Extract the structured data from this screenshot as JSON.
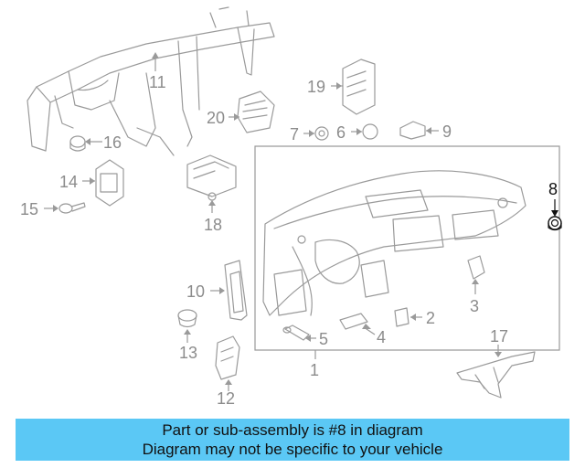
{
  "callouts": {
    "n1": "1",
    "n2": "2",
    "n3": "3",
    "n5": "5",
    "n4": "4",
    "n6": "6",
    "n7": "7",
    "n8": "8",
    "n9": "9",
    "n10": "10",
    "n11": "11",
    "n12": "12",
    "n13": "13",
    "n14": "14",
    "n15": "15",
    "n16": "16",
    "n17": "17",
    "n18": "18",
    "n19": "19",
    "n20": "20"
  },
  "highlight_part": "8",
  "colors": {
    "banner": "#5bc8f5",
    "highlight": "#111111",
    "line": "#9a9a9a"
  },
  "banner": {
    "line1": "Part or sub-assembly is #8 in diagram",
    "line2": "Diagram may not be specific to your vehicle"
  }
}
